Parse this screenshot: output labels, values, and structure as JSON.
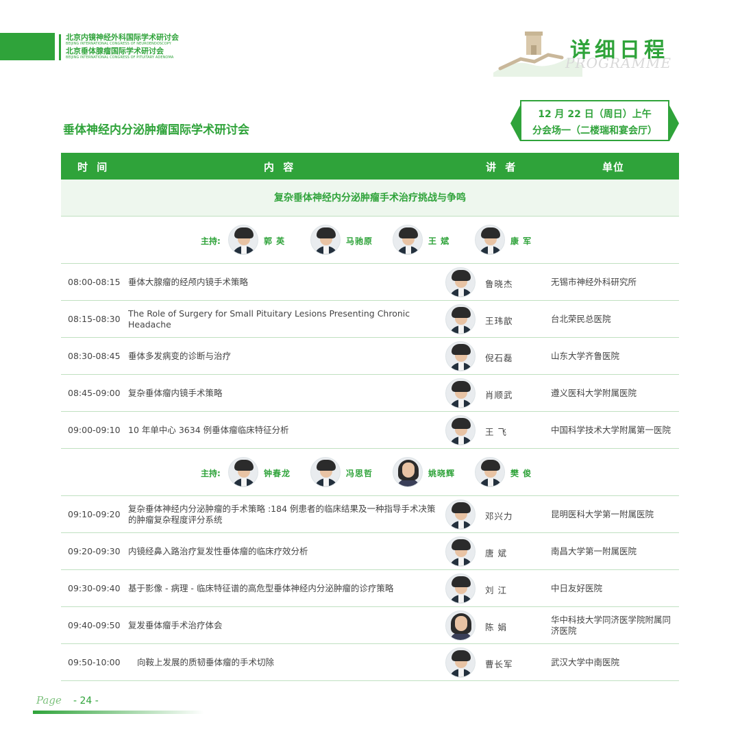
{
  "header": {
    "conf1_cn": "北京内镜神经外科国际学术研讨会",
    "conf1_en": "BEIJING INTERNATIONAL CONGRESS OF NEUROENDOSCOPY",
    "conf2_cn": "北京垂体腺瘤国际学术研讨会",
    "conf2_en": "BEIJING INTERNATIONAL CONGRESS OF PITUITARY ADENOMA",
    "program_title": "详细日程",
    "program_en": "PROGRAMME"
  },
  "session": {
    "title": "垂体神经内分泌肿瘤国际学术研讨会",
    "date": "12 月 22 日（周日）上午",
    "venue": "分会场一（二楼瑞和宴会厅）"
  },
  "table": {
    "columns": [
      "时 间",
      "内 容",
      "讲 者",
      "单位"
    ],
    "topic": "复杂垂体神经内分泌肿瘤手术治疗挑战与争鸣",
    "moderator_label": "主持:",
    "moderators_1": [
      "郭 英",
      "马驰原",
      "王 斌",
      "康 军"
    ],
    "rows_1": [
      {
        "time": "08:00-08:15",
        "content": "垂体大腺瘤的经颅内镜手术策略",
        "speaker": "鲁晓杰",
        "unit": "无锡市神经外科研究所"
      },
      {
        "time": "08:15-08:30",
        "content": "The Role of Surgery for Small Pituitary Lesions Presenting Chronic Headache",
        "speaker": "王玮歆",
        "unit": "台北荣民总医院"
      },
      {
        "time": "08:30-08:45",
        "content": "垂体多发病变的诊断与治疗",
        "speaker": "倪石磊",
        "unit": "山东大学齐鲁医院"
      },
      {
        "time": "08:45-09:00",
        "content": "复杂垂体瘤内镜手术策略",
        "speaker": "肖顺武",
        "unit": "遵义医科大学附属医院"
      },
      {
        "time": "09:00-09:10",
        "content": "10 年单中心 3634 例垂体瘤临床特征分析",
        "speaker": "王 飞",
        "unit": "中国科学技术大学附属第一医院"
      }
    ],
    "moderators_2": [
      "钟春龙",
      "冯思哲",
      "姚晓辉",
      "樊 俊"
    ],
    "rows_2": [
      {
        "time": "09:10-09:20",
        "content": "复杂垂体神经内分泌肿瘤的手术策略 :184 例患者的临床结果及一种指导手术决策的肿瘤复杂程度评分系统",
        "speaker": "邓兴力",
        "unit": "昆明医科大学第一附属医院"
      },
      {
        "time": "09:20-09:30",
        "content": "内镜经鼻入路治疗复发性垂体瘤的临床疗效分析",
        "speaker": "唐 斌",
        "unit": "南昌大学第一附属医院"
      },
      {
        "time": "09:30-09:40",
        "content": "基于影像 - 病理 - 临床特征谱的高危型垂体神经内分泌肿瘤的诊疗策略",
        "speaker": "刘 江",
        "unit": "中日友好医院"
      },
      {
        "time": "09:40-09:50",
        "content": "复发垂体瘤手术治疗体会",
        "speaker": "陈 娟",
        "unit": "华中科技大学同济医学院附属同济医院"
      },
      {
        "time": "09:50-10:00",
        "content": "向鞍上发展的质韧垂体瘤的手术切除",
        "speaker": "曹长军",
        "unit": "武汉大学中南医院"
      }
    ]
  },
  "footer": {
    "page_word": "Page",
    "page_number": "- 24 -"
  }
}
